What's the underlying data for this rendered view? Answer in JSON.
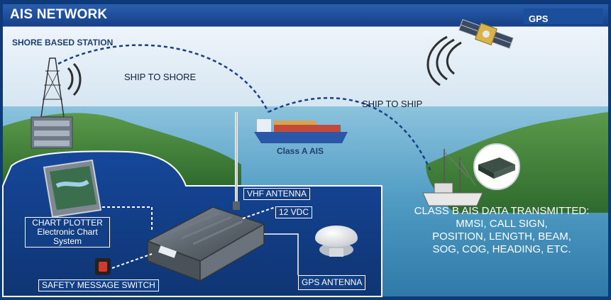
{
  "title": "AIS NETWORK",
  "gps_label": "GPS",
  "shore_station_label": "SHORE BASED STATION",
  "ship_to_shore_label": "SHIP TO SHORE",
  "ship_to_ship_label": "SHIP TO SHIP",
  "class_a_label": "Class A AIS",
  "vhf_antenna_label": "VHF ANTENNA",
  "power_label": "12 VDC",
  "chart_plotter": {
    "line1": "CHART PLOTTER",
    "line2": "Electronic Chart",
    "line3": "System"
  },
  "safety_switch_label": "SAFETY MESSAGE SWITCH",
  "gps_antenna_label": "GPS ANTENNA",
  "class_b": {
    "line1": "CLASS B AIS DATA TRANSMITTED:",
    "line2": "MMSI, CALL SIGN,",
    "line3": "POSITION, LENGTH, BEAM,",
    "line4": "SOG, COG, HEADING, ETC."
  },
  "colors": {
    "header_blue": "#1b4f9c",
    "panel_blue": "#123f86",
    "sky": "#dbe9f4",
    "sea": "#5fa7c9",
    "land": "#3f7d3b",
    "link_dash": "#1a3f86"
  }
}
